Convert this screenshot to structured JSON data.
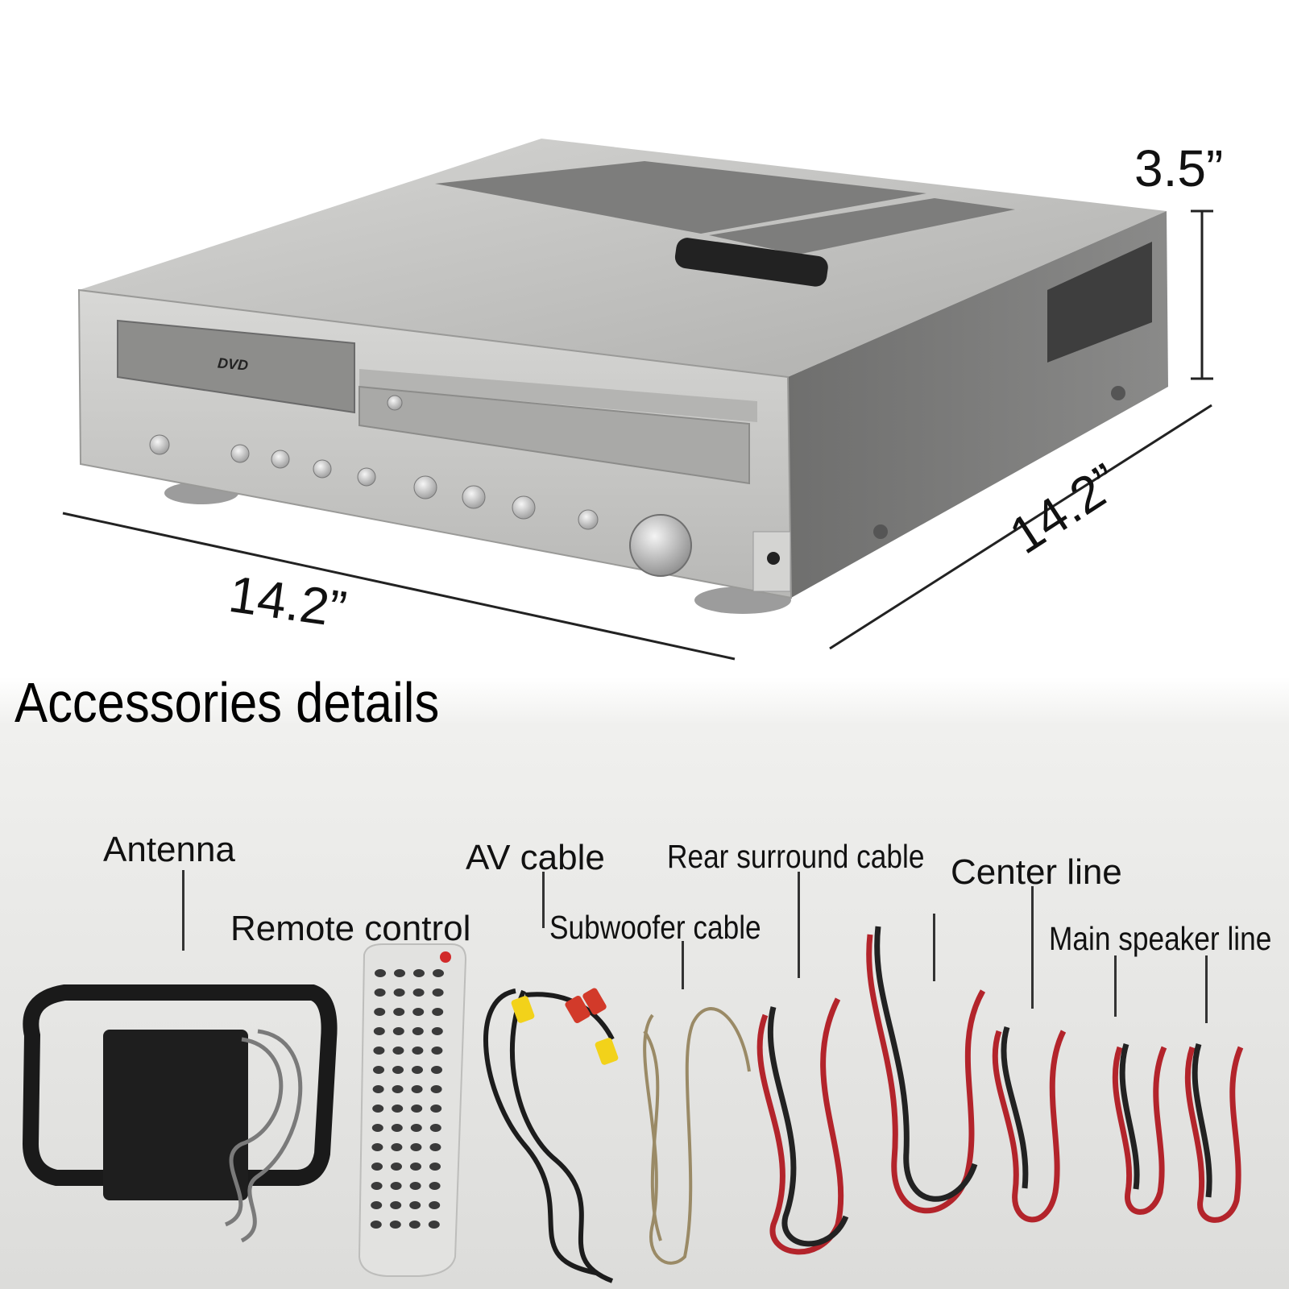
{
  "dimensions": {
    "height": "3.5”",
    "width": "14.2”",
    "depth": "14.2”"
  },
  "device": {
    "disc_logo": "DVD"
  },
  "accessories": {
    "title": "Accessories details",
    "antenna": "Antenna",
    "remote": "Remote control",
    "av_cable": "AV cable",
    "subwoofer": "Subwoofer cable",
    "rear_surround": "Rear surround cable",
    "center": "Center line",
    "main_speaker": "Main speaker line"
  },
  "colors": {
    "device_silver": "#c4c4c2",
    "cable_red": "#b3242b",
    "background_fabric": "#e6e6e4"
  }
}
